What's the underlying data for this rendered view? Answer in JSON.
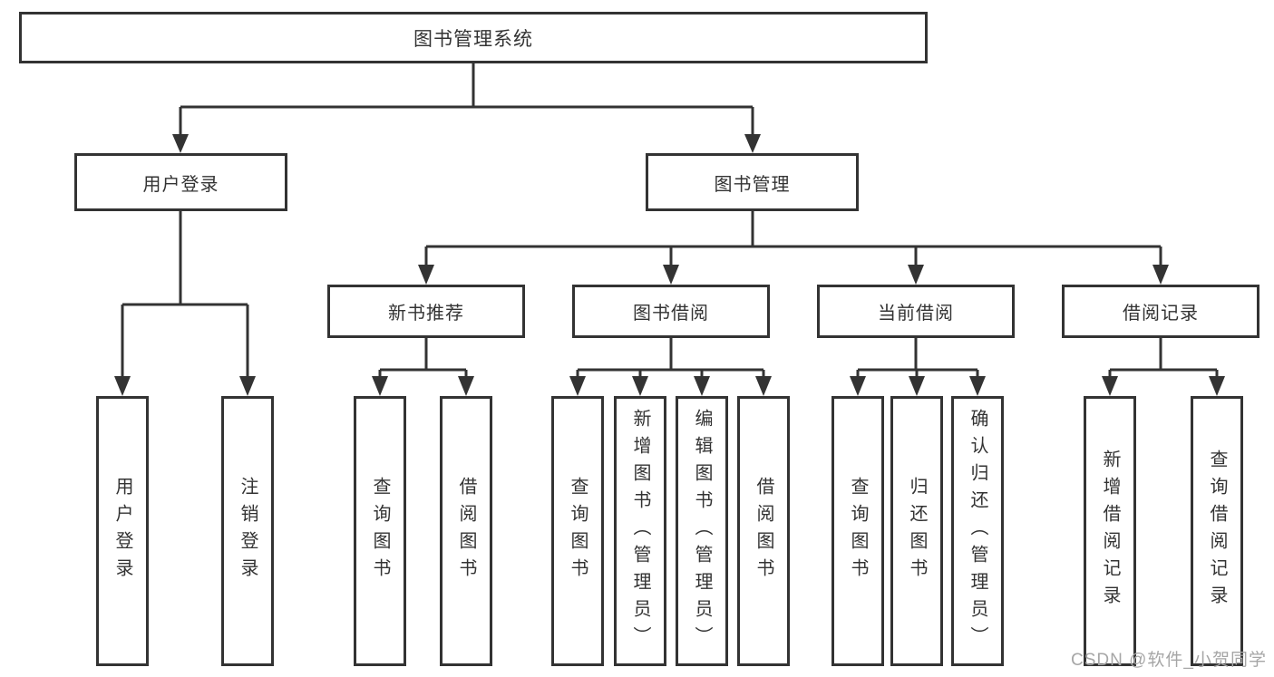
{
  "labels": {
    "root": "图书管理系统",
    "user_login": "用户登录",
    "book_management": "图书管理",
    "new_book_recommend": "新书推荐",
    "book_borrow": "图书借阅",
    "current_borrow": "当前借阅",
    "borrow_record": "借阅记录",
    "leaf_user_login": "用户登录",
    "leaf_logout_login": "注销登录",
    "leaf_nbr_query_book": "查询图书",
    "leaf_nbr_borrow_book": "借阅图书",
    "leaf_bb_query_book": "查询图书",
    "leaf_bb_add_book_admin": "新增图书（管理员）",
    "leaf_bb_edit_book_admin": "编辑图书（管理员）",
    "leaf_bb_borrow_book": "借阅图书",
    "leaf_cb_query_book": "查询图书",
    "leaf_cb_return_book": "归还图书",
    "leaf_cb_confirm_return_admin": "确认归还（管理员）",
    "leaf_br_add_record": "新增借阅记录",
    "leaf_br_query_record": "查询借阅记录"
  },
  "watermark": "CSDN @软件_小贺同学",
  "colors": {
    "line": "#333333",
    "text": "#333333",
    "watermark": "#a6a6a6",
    "background": "#ffffff"
  }
}
